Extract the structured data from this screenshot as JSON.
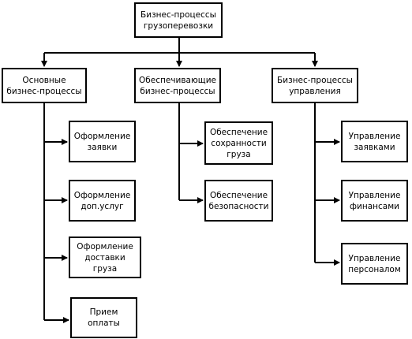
{
  "root": {
    "label": "Бизнес-процессы\nгрузоперевозки"
  },
  "branches": [
    {
      "label": "Основные\nбизнес-процессы",
      "children": [
        "Оформление\nзаявки",
        "Оформление\nдоп.услуг",
        "Оформление\nдоставки груза",
        "Прием\nоплаты"
      ]
    },
    {
      "label": "Обеспечивающие\nбизнес-процессы",
      "children": [
        "Обеспечение\nсохранности\nгруза",
        "Обеспечение\nбезопасности"
      ]
    },
    {
      "label": "Бизнес-процессы\nуправления",
      "children": [
        "Управление\nзаявками",
        "Управление\nфинансами",
        "Управление\nперсоналом"
      ]
    }
  ],
  "colors": {
    "line": "#000000",
    "box_border": "#000000",
    "background": "#ffffff"
  }
}
